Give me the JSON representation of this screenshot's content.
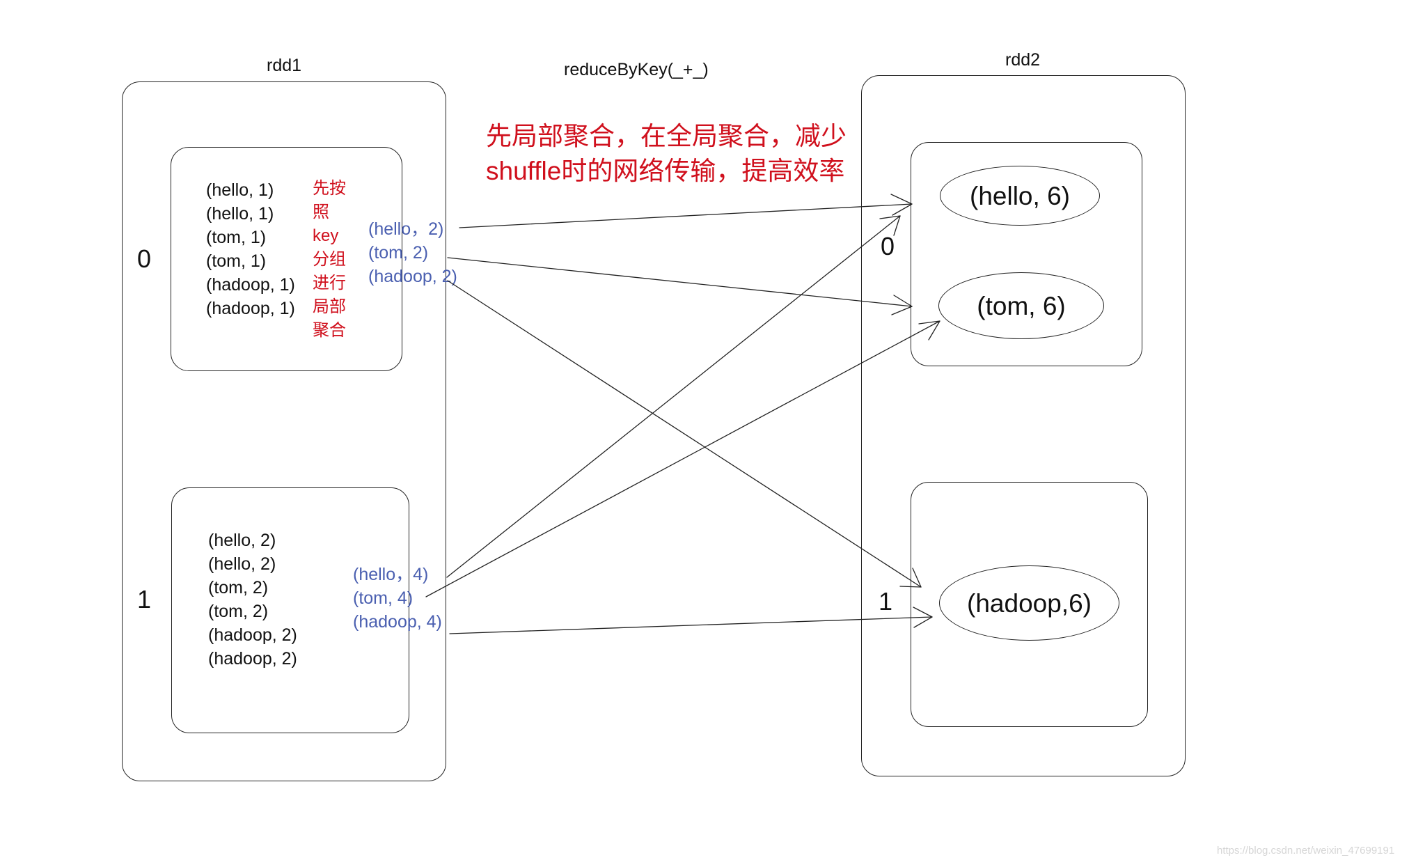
{
  "rdd1": {
    "title": "rdd1",
    "partitions": [
      {
        "index": "0",
        "pairs": [
          "(hello, 1)",
          "(hello, 1)",
          "(tom, 1)",
          "(tom, 1)",
          "(hadoop, 1)",
          "(hadoop, 1)"
        ],
        "local_note": [
          "先按",
          "照",
          "key",
          "分组",
          "进行",
          "局部",
          "聚合"
        ],
        "aggregated": [
          "(hello，2)",
          "(tom, 2)",
          "(hadoop, 2)"
        ]
      },
      {
        "index": "1",
        "pairs": [
          "(hello, 2)",
          "(hello, 2)",
          "(tom, 2)",
          "(tom, 2)",
          "(hadoop, 2)",
          "(hadoop, 2)"
        ],
        "aggregated": [
          "(hello，4)",
          "(tom, 4)",
          "(hadoop, 4)"
        ]
      }
    ]
  },
  "operation": "reduceByKey(_+_)",
  "note_lines": [
    "先局部聚合，在全局聚合，减少",
    "shuffle时的网络传输，提高效率"
  ],
  "rdd2": {
    "title": "rdd2",
    "partitions": [
      {
        "index": "0",
        "results": [
          "(hello, 6)",
          "(tom, 6)"
        ]
      },
      {
        "index": "1",
        "results": [
          "(hadoop,6)"
        ]
      }
    ]
  },
  "watermark": "https://blog.csdn.net/weixin_47699191",
  "colors": {
    "line": "#222222",
    "note_red": "#d0101d",
    "aggregate_blue": "#4a5fb0"
  }
}
